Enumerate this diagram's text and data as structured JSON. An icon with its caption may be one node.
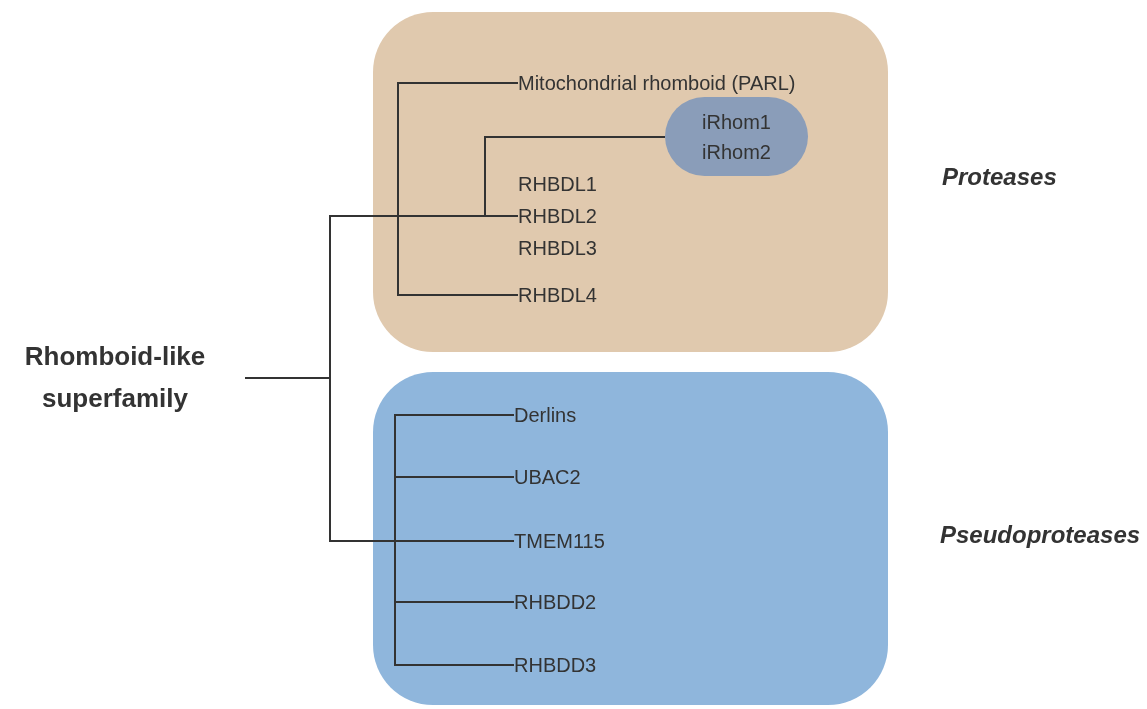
{
  "diagram": {
    "nodes": [
      {
        "text": [
          "Rhomboid-like superfamily"
        ]
      },
      {
        "text": [
          "Proteases"
        ]
      },
      {
        "text": [
          "Mitochondrial rhomboid (PARL)"
        ],
        "in": 1
      },
      {
        "text": [
          "iRhom1",
          "iRhom2"
        ],
        "in": 1
      },
      {
        "text": [
          "RHBDL1",
          "RHBDL2",
          "RHBDL3"
        ],
        "in": 1
      },
      {
        "text": [
          "RHBDL4"
        ],
        "in": 1
      },
      {
        "text": [
          "Pseudoproteases"
        ]
      },
      {
        "text": [
          "Derlins"
        ],
        "in": 6
      },
      {
        "text": [
          "UBAC2"
        ],
        "in": 6
      },
      {
        "text": [
          "TMEM115"
        ],
        "in": 6
      },
      {
        "text": [
          "RHBDD2"
        ],
        "in": 6
      },
      {
        "text": [
          "RHBDD3"
        ],
        "in": 6
      }
    ],
    "edges": [
      {
        "from": 0,
        "to": 2,
        "arrow": "none"
      },
      {
        "from": 0,
        "to": 3,
        "arrow": "none"
      },
      {
        "from": 0,
        "to": 4,
        "arrow": "none"
      },
      {
        "from": 0,
        "to": 5,
        "arrow": "none"
      },
      {
        "from": 0,
        "to": 7,
        "arrow": "none"
      },
      {
        "from": 0,
        "to": 8,
        "arrow": "none"
      },
      {
        "from": 0,
        "to": 9,
        "arrow": "none"
      },
      {
        "from": 0,
        "to": 10,
        "arrow": "none"
      },
      {
        "from": 0,
        "to": 11,
        "arrow": "none"
      }
    ]
  }
}
